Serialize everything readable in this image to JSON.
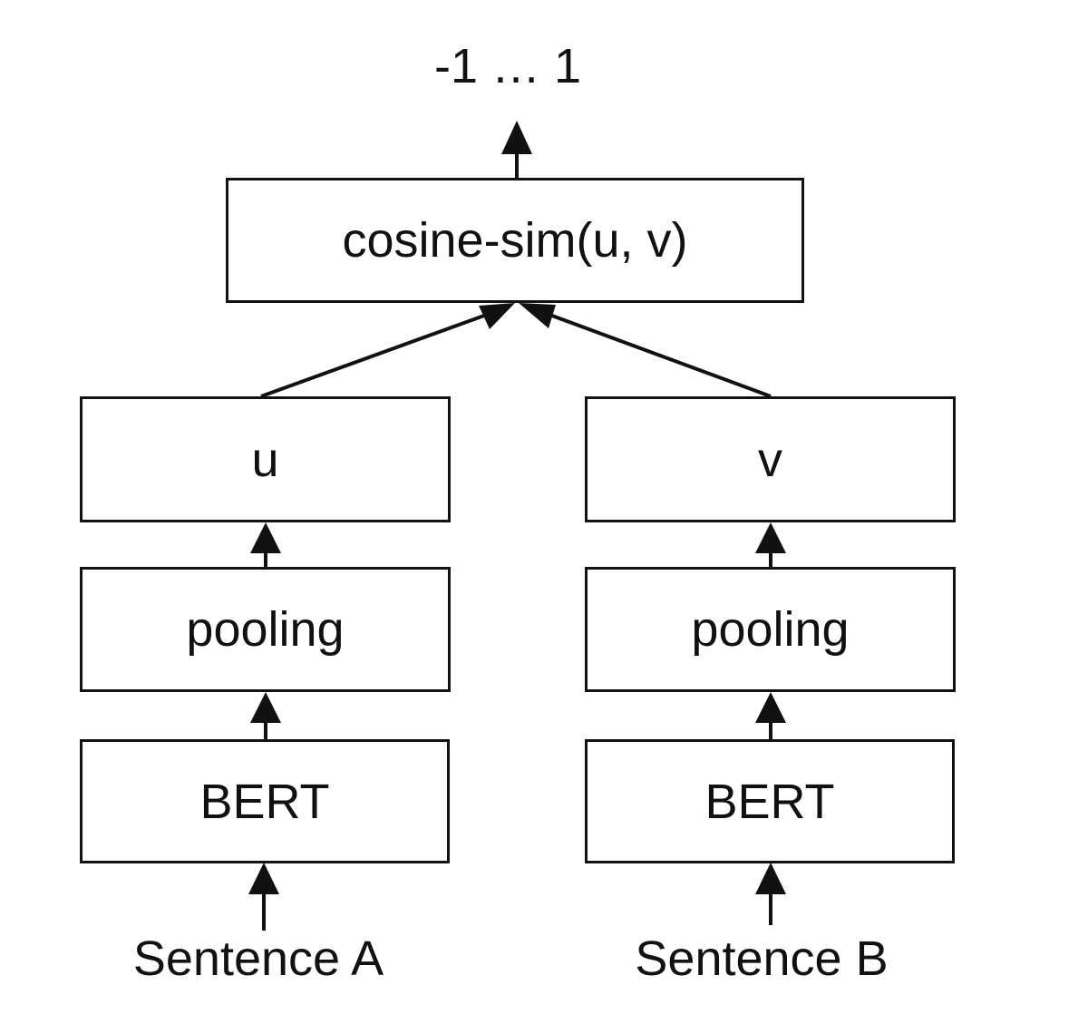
{
  "output": {
    "range_label": "-1 … 1"
  },
  "similarity": {
    "label": "cosine-sim(u, v)"
  },
  "left_branch": {
    "embedding_label": "u",
    "pooling_label": "pooling",
    "encoder_label": "BERT",
    "input_label": "Sentence A"
  },
  "right_branch": {
    "embedding_label": "v",
    "pooling_label": "pooling",
    "encoder_label": "BERT",
    "input_label": "Sentence B"
  }
}
